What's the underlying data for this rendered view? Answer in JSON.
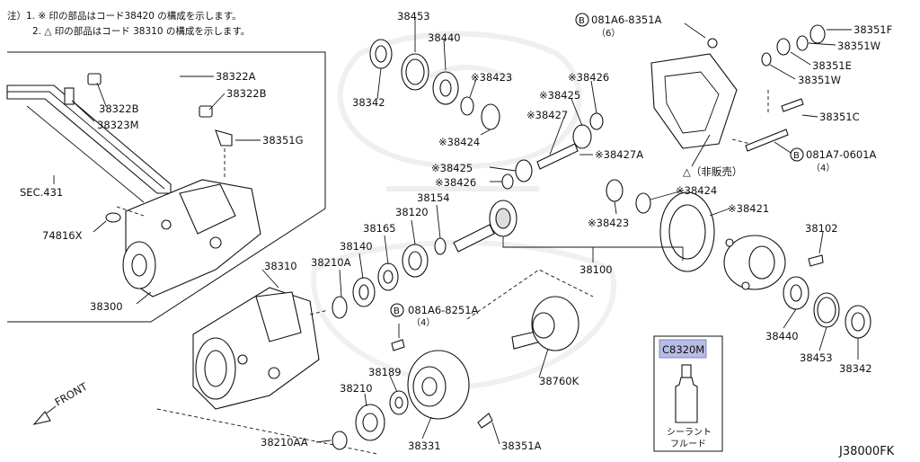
{
  "notes": {
    "line1": "注）1. ※ 印の部品はコード38420 の構成を示します。",
    "line2": "2. △ 印の部品はコード 38310 の構成を示します。"
  },
  "labels": {
    "l38453_top": "38453",
    "l38440_top": "38440",
    "l38342_top": "38342",
    "l38423_a": "※38423",
    "l38426_a": "※38426",
    "l38425_a": "※38425",
    "l38427": "※38427",
    "l38424_a": "※38424",
    "l38427a": "※38427A",
    "l38425_b": "※38425",
    "l38426_b": "※38426",
    "l38424_b": "※38424",
    "l38423_b": "※38423",
    "l38421": "※38421",
    "l38154": "38154",
    "l38120": "38120",
    "l38165": "38165",
    "l38140": "38140",
    "l38210a": "38210A",
    "l38310": "38310",
    "l38100": "38100",
    "l38102": "38102",
    "l38440_bot": "38440",
    "l38453_bot": "38453",
    "l38342_bot": "38342",
    "l38760k": "38760K",
    "l38189": "38189",
    "l38210": "38210",
    "l38210aa": "38210AA",
    "l38331": "38331",
    "l38351a": "38351A",
    "bolt_8251_code": "081A6-8251A",
    "bolt_8251_qty": "（4）",
    "bolt_8351_code": "081A6-8351A",
    "bolt_8351_qty": "（6）",
    "bolt_0601_code": "081A7-0601A",
    "bolt_0601_qty": "（4）",
    "l38351f": "38351F",
    "l38351w_a": "38351W",
    "l38351e": "38351E",
    "l38351w_b": "38351W",
    "l38351c": "38351C",
    "not_sold": "△（非販売）",
    "l38322a": "38322A",
    "l38322b_a": "38322B",
    "l38322b_b": "38322B",
    "l38323m": "38323M",
    "l38351g": "38351G",
    "sec431": "SEC.431",
    "l74816x": "74816X",
    "l38300": "38300",
    "front": "FRONT",
    "sealant_code": "C8320M",
    "sealant_line1": "シーラント",
    "sealant_line2": "フルード",
    "diagram_id": "J38000FK",
    "circle_b": "B"
  }
}
